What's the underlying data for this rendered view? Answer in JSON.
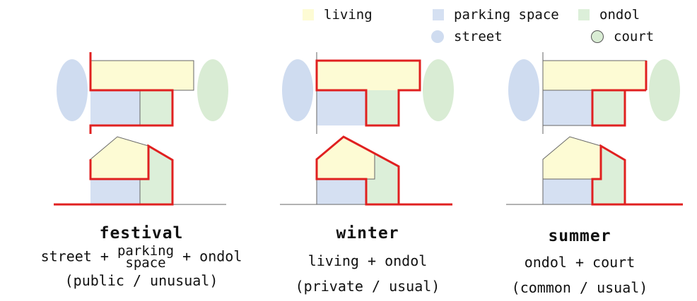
{
  "colors": {
    "living": "#fdfbd4",
    "parking": "#d5e0f2",
    "ondol": "#dcefd9",
    "street": "#cfdcf0",
    "court": "#d9ecd4",
    "accent": "#e02020",
    "line": "#666666"
  },
  "legend": {
    "living": "living",
    "parking": "parking space",
    "ondol": "ondol",
    "street": "street",
    "court": "court"
  },
  "panels": [
    {
      "title": "festival",
      "formula_start": "street +",
      "formula_stack_top": "parking",
      "formula_stack_bottom": "space",
      "formula_end": "+ ondol",
      "note": "(public / unusual)"
    },
    {
      "title": "winter",
      "formula": "living + ondol",
      "note": "(private / usual)"
    },
    {
      "title": "summer",
      "formula": "ondol + court",
      "note": "(common / usual)"
    }
  ]
}
